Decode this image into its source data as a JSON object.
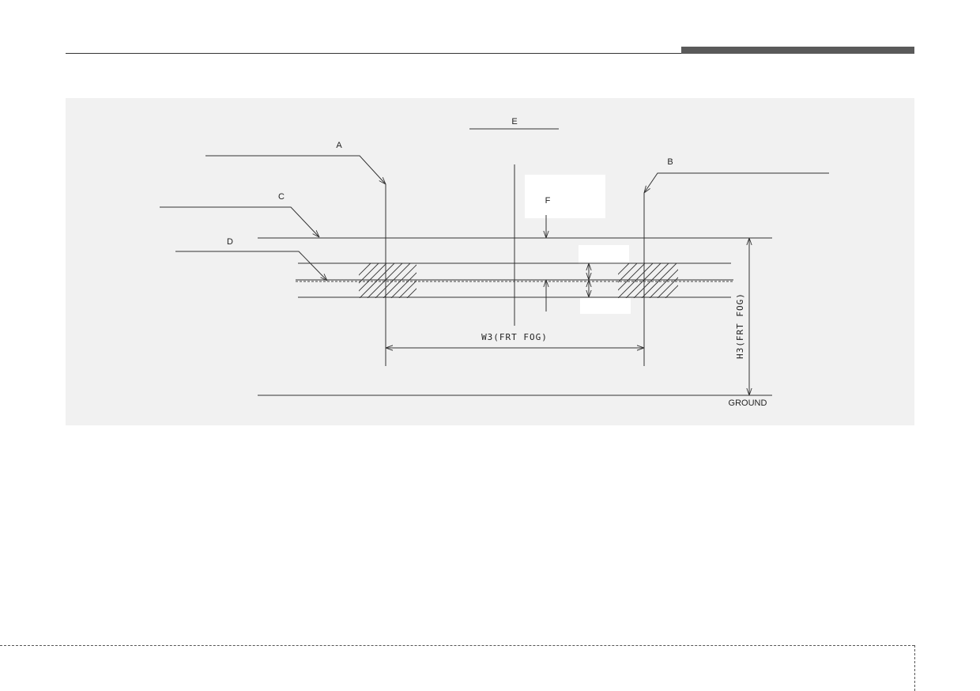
{
  "diagram": {
    "callouts": {
      "a": "A",
      "b": "B",
      "c": "C",
      "d": "D",
      "e": "E",
      "f": "F"
    },
    "dimensions": {
      "width": "W3(FRT FOG)",
      "height": "H3(FRT FOG)"
    },
    "ground_label": "GROUND"
  }
}
